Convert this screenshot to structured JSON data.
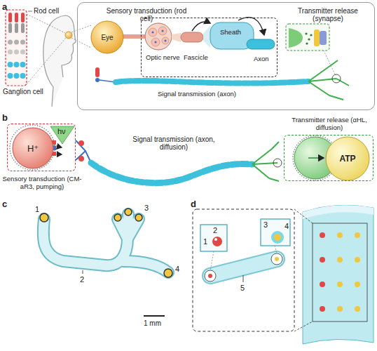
{
  "diagram": {
    "nodes": [
      {
        "text": [
          "Sensory transduction (rod cell)",
          "Transmitter release (synapse)",
          "Signal transmission (axon)"
        ]
      },
      {
        "text": [
          "Eye"
        ],
        "in": 0
      },
      {
        "text": [
          "Optic nerve",
          "Fascicle",
          "Sheath",
          "Axon"
        ],
        "in": 0
      },
      {
        "text": [
          "Sensory transduction (CM-aR3, pumping)"
        ]
      },
      {
        "text": [
          "H⁺"
        ],
        "in": 3
      },
      {
        "text": [
          "Transmitter release (αHL, diffusion)"
        ]
      },
      {
        "text": [
          "ATP"
        ],
        "in": 5
      }
    ],
    "labels": [
      "a",
      "Rod cell",
      "Ganglion cell",
      "b",
      "hν",
      "Signal transmission (axon, diffusion)",
      "c",
      "1",
      "2",
      "3",
      "4",
      "1 mm",
      "d",
      "1",
      "2",
      "3",
      "4",
      "5"
    ]
  }
}
